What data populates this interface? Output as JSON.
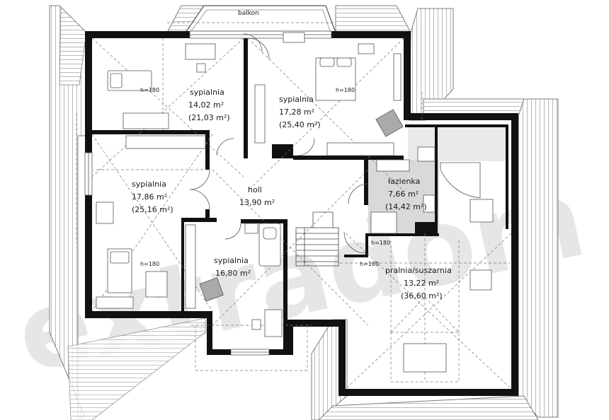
{
  "plan": {
    "watermark": "extradom",
    "balcony_label": "balkon",
    "rooms": [
      {
        "name": "sypialnia",
        "area": "14,02 m²",
        "area2": "(21,03 m²)"
      },
      {
        "name": "sypialnia",
        "area": "17,28 m²",
        "area2": "(25,40 m²)"
      },
      {
        "name": "sypialnia",
        "area": "17,86 m²",
        "area2": "(25,16 m²)"
      },
      {
        "name": "holl",
        "area": "13,90 m²"
      },
      {
        "name": "łazienka",
        "area": "7,66 m²",
        "area2": "(14,42 m²)"
      },
      {
        "name": "sypialnia",
        "area": "16,80 m²"
      },
      {
        "name": "pralnia/suszarnia",
        "area": "13,22 m²",
        "area2": "(36,60 m²)"
      }
    ],
    "height_marks": [
      "h=180",
      "h=180",
      "h=180",
      "h=180",
      "h=180"
    ]
  }
}
